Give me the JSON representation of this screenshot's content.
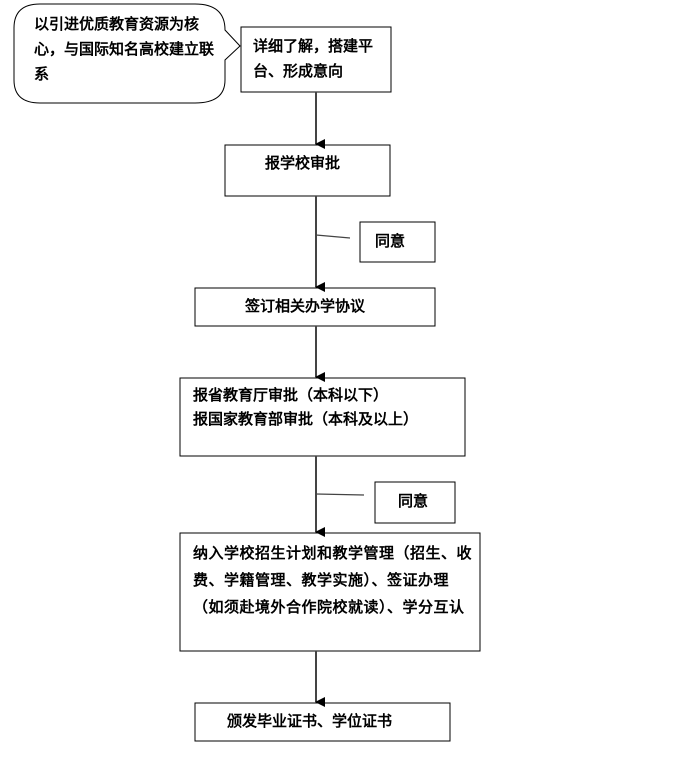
{
  "callout": {
    "text": "以引进优质教育资源为核心，与国际知名高校建立联系"
  },
  "steps": [
    {
      "text": "详细了解，搭建平台、形成意向"
    },
    {
      "text": "报学校审批"
    },
    {
      "text": "签订相关办学协议"
    },
    {
      "line1": "报省教育厅审批（本科以下）",
      "line2": "报国家教育部审批（本科及以上）"
    },
    {
      "text": "纳入学校招生计划和教学管理（招生、收费、学籍管理、教学实施）、签证办理（如须赴境外合作院校就读）、学分互认"
    },
    {
      "text": "颁发毕业证书、学位证书"
    }
  ],
  "approvals": [
    {
      "text": "同意"
    },
    {
      "text": "同意"
    }
  ]
}
